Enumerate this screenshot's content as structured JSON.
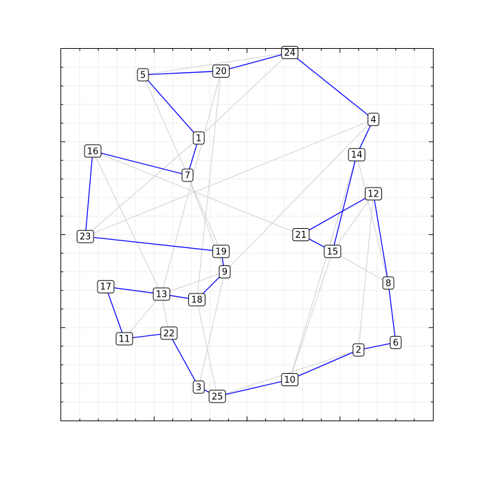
{
  "graph": {
    "colors": {
      "background": "#ffffff",
      "frame": "#000000",
      "grid": "#efefef",
      "tour_edge": "#0000ff",
      "other_edge": "#d3d3d3",
      "node_fill": "#ffffff",
      "node_border": "#000000"
    },
    "grid": true,
    "nodes": [
      {
        "id": "1",
        "label": "1",
        "x": 3.7,
        "y": 7.6
      },
      {
        "id": "2",
        "label": "2",
        "x": 8.0,
        "y": 1.9
      },
      {
        "id": "3",
        "label": "3",
        "x": 3.7,
        "y": 0.9
      },
      {
        "id": "4",
        "label": "4",
        "x": 8.4,
        "y": 8.1
      },
      {
        "id": "5",
        "label": "5",
        "x": 2.2,
        "y": 9.3
      },
      {
        "id": "6",
        "label": "6",
        "x": 9.0,
        "y": 2.1
      },
      {
        "id": "7",
        "label": "7",
        "x": 3.4,
        "y": 6.6
      },
      {
        "id": "8",
        "label": "8",
        "x": 8.8,
        "y": 3.7
      },
      {
        "id": "9",
        "label": "9",
        "x": 4.4,
        "y": 4.0
      },
      {
        "id": "10",
        "label": "10",
        "x": 6.15,
        "y": 1.1
      },
      {
        "id": "11",
        "label": "11",
        "x": 1.7,
        "y": 2.2
      },
      {
        "id": "12",
        "label": "12",
        "x": 8.4,
        "y": 6.1
      },
      {
        "id": "13",
        "label": "13",
        "x": 2.7,
        "y": 3.4
      },
      {
        "id": "14",
        "label": "14",
        "x": 7.95,
        "y": 7.15
      },
      {
        "id": "15",
        "label": "15",
        "x": 7.3,
        "y": 4.55
      },
      {
        "id": "16",
        "label": "16",
        "x": 0.85,
        "y": 7.25
      },
      {
        "id": "17",
        "label": "17",
        "x": 1.2,
        "y": 3.6
      },
      {
        "id": "18",
        "label": "18",
        "x": 3.65,
        "y": 3.25
      },
      {
        "id": "19",
        "label": "19",
        "x": 4.3,
        "y": 4.55
      },
      {
        "id": "20",
        "label": "20",
        "x": 4.3,
        "y": 9.4
      },
      {
        "id": "21",
        "label": "21",
        "x": 6.45,
        "y": 5.0
      },
      {
        "id": "22",
        "label": "22",
        "x": 2.9,
        "y": 2.35
      },
      {
        "id": "23",
        "label": "23",
        "x": 0.65,
        "y": 4.95
      },
      {
        "id": "24",
        "label": "24",
        "x": 6.15,
        "y": 9.9
      },
      {
        "id": "25",
        "label": "25",
        "x": 4.2,
        "y": 0.65
      }
    ],
    "tour_edges": [
      [
        "24",
        "20"
      ],
      [
        "20",
        "5"
      ],
      [
        "5",
        "1"
      ],
      [
        "1",
        "7"
      ],
      [
        "7",
        "16"
      ],
      [
        "16",
        "23"
      ],
      [
        "23",
        "19"
      ],
      [
        "19",
        "9"
      ],
      [
        "9",
        "18"
      ],
      [
        "18",
        "13"
      ],
      [
        "13",
        "17"
      ],
      [
        "17",
        "11"
      ],
      [
        "11",
        "22"
      ],
      [
        "22",
        "3"
      ],
      [
        "3",
        "25"
      ],
      [
        "25",
        "10"
      ],
      [
        "10",
        "2"
      ],
      [
        "2",
        "6"
      ],
      [
        "6",
        "8"
      ],
      [
        "8",
        "12"
      ],
      [
        "12",
        "21"
      ],
      [
        "21",
        "15"
      ],
      [
        "15",
        "14"
      ],
      [
        "14",
        "4"
      ],
      [
        "4",
        "24"
      ]
    ],
    "other_edges": [
      [
        "5",
        "24"
      ],
      [
        "24",
        "1"
      ],
      [
        "1",
        "23"
      ],
      [
        "23",
        "4"
      ],
      [
        "5",
        "7"
      ],
      [
        "20",
        "13"
      ],
      [
        "20",
        "18"
      ],
      [
        "7",
        "19"
      ],
      [
        "7",
        "9"
      ],
      [
        "16",
        "13"
      ],
      [
        "16",
        "21"
      ],
      [
        "13",
        "22"
      ],
      [
        "11",
        "13"
      ],
      [
        "13",
        "9"
      ],
      [
        "4",
        "9"
      ],
      [
        "18",
        "25"
      ],
      [
        "9",
        "3"
      ],
      [
        "14",
        "10"
      ],
      [
        "12",
        "15"
      ],
      [
        "12",
        "2"
      ],
      [
        "14",
        "8"
      ],
      [
        "15",
        "10"
      ],
      [
        "15",
        "8"
      ],
      [
        "25",
        "2"
      ]
    ]
  }
}
